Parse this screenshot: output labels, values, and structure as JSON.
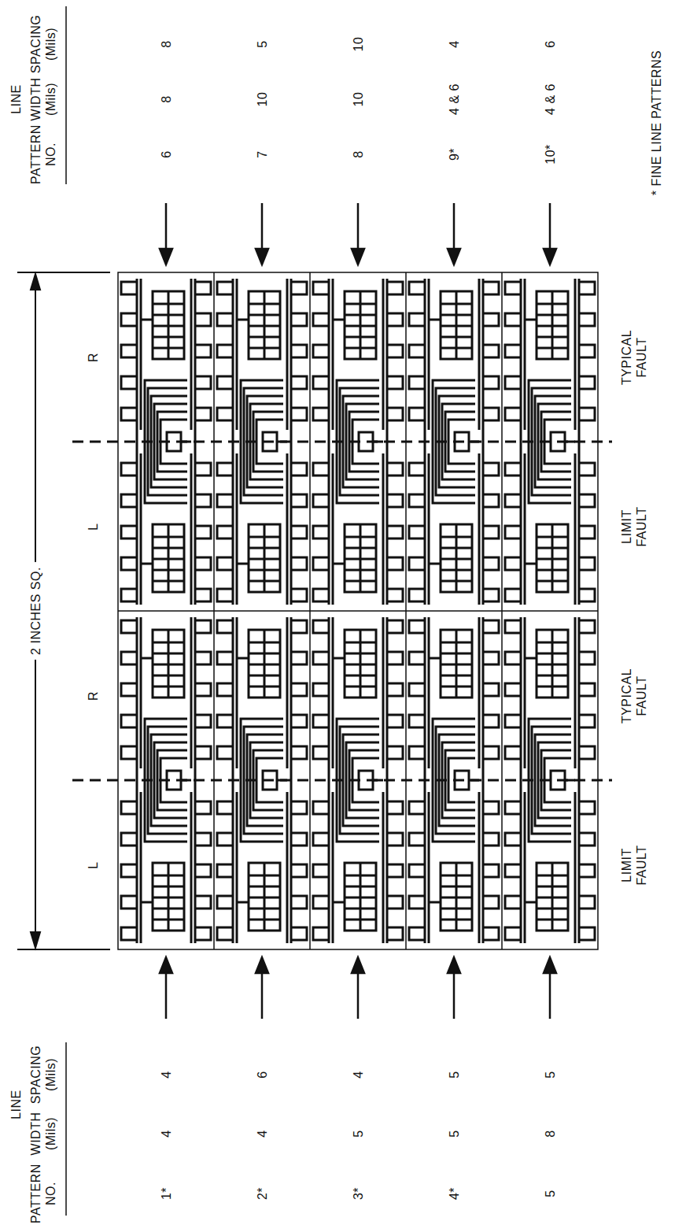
{
  "diagram": {
    "labels": [
      "2 INCHES SQ.",
      "LINE",
      "PATTERN NO.",
      "WIDTH (Mils)",
      "SPACING (Mils)",
      "1*",
      "4",
      "4",
      "2*",
      "4",
      "6",
      "3*",
      "5",
      "4",
      "4*",
      "5",
      "5",
      "5",
      "8",
      "5",
      "L",
      "R",
      "L",
      "R",
      "LIMIT FAULT",
      "TYPICAL FAULT",
      "LIMIT FAULT",
      "TYPICAL FAULT",
      "LINE",
      "PATTERN NO.",
      "WIDTH (Mils)",
      "SPACING (Mils)",
      "6",
      "8",
      "8",
      "7",
      "10",
      "5",
      "8",
      "10",
      "10",
      "9*",
      "4 & 6",
      "4",
      "10*",
      "4 & 6",
      "6",
      "* FINE LINE PATTERNS"
    ]
  }
}
